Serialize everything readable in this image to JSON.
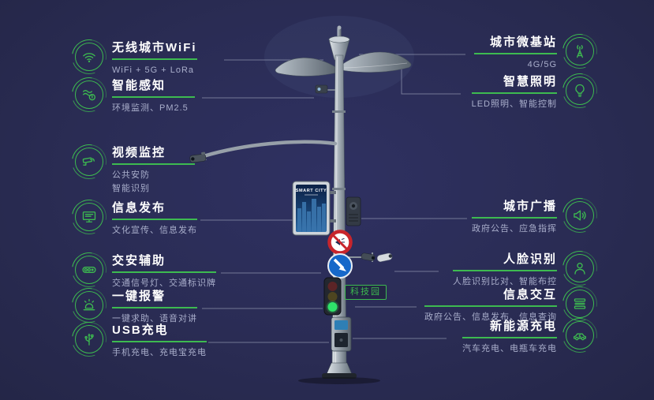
{
  "page": {
    "background": "#2a2c54",
    "accent": "#3dba50",
    "title_color": "#ffffff",
    "subtitle_color": "#a9aecb"
  },
  "pole": {
    "billboard_text": "SMART CITY",
    "badge_label": "科技园"
  },
  "features": {
    "left": [
      {
        "icon": "wifi-icon",
        "title": "无线城市WiFi",
        "subtitle": "WiFi + 5G + LoRa"
      },
      {
        "icon": "sensor-icon",
        "title": "智能感知",
        "subtitle": "环境监测、PM2.5"
      },
      {
        "icon": "cctv-icon",
        "title": "视频监控",
        "subtitle": "公共安防\n智能识别"
      },
      {
        "icon": "display-icon",
        "title": "信息发布",
        "subtitle": "文化宣传、信息发布"
      },
      {
        "icon": "traffic-signal-icon",
        "title": "交安辅助",
        "subtitle": "交通信号灯、交通标识牌"
      },
      {
        "icon": "alarm-icon",
        "title": "一键报警",
        "subtitle": "一键求助、语音对讲"
      },
      {
        "icon": "usb-icon",
        "title": "USB充电",
        "subtitle": "手机充电、充电宝充电"
      }
    ],
    "right": [
      {
        "icon": "antenna-icon",
        "title": "城市微基站",
        "subtitle": "4G/5G"
      },
      {
        "icon": "bulb-icon",
        "title": "智慧照明",
        "subtitle": "LED照明、智能控制"
      },
      {
        "icon": "speaker-icon",
        "title": "城市广播",
        "subtitle": "政府公告、应急指挥"
      },
      {
        "icon": "person-icon",
        "title": "人脸识别",
        "subtitle": "人脸识别比对、智能布控"
      },
      {
        "icon": "list-icon",
        "title": "信息交互",
        "subtitle": "政府公告、信息发布、信息查询"
      },
      {
        "icon": "car-charging-icon",
        "title": "新能源充电",
        "subtitle": "汽车充电、电瓶车充电"
      }
    ]
  }
}
